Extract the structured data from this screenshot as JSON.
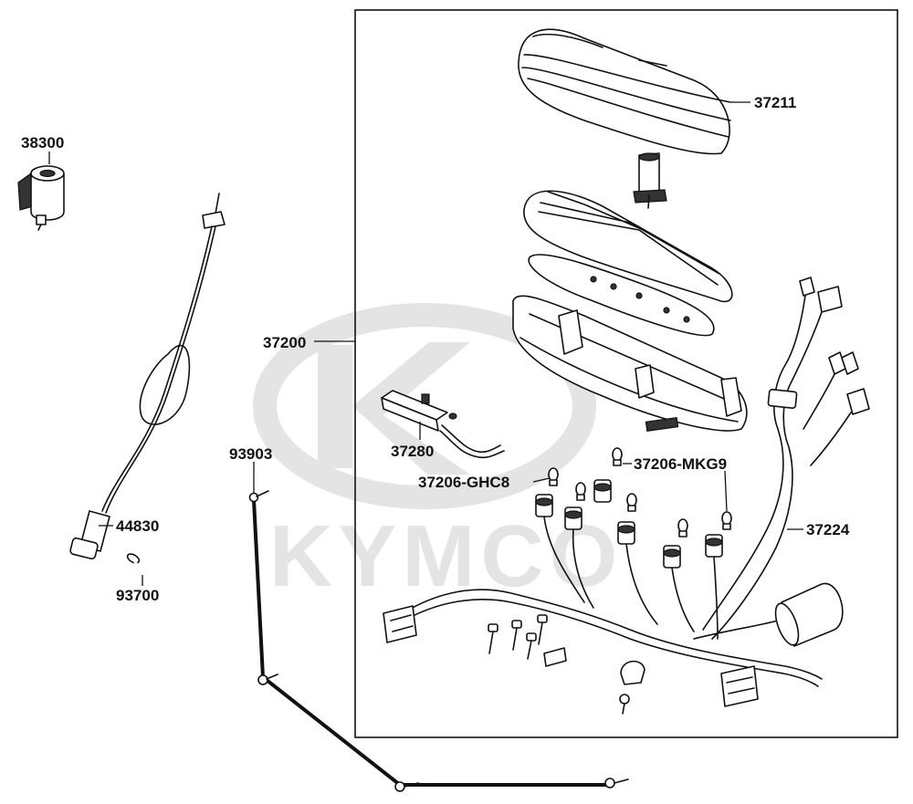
{
  "watermark": {
    "brand": "KYMCO",
    "color": "#e4e4e4"
  },
  "labels": {
    "p38300": "38300",
    "p44830": "44830",
    "p93700": "93700",
    "p37200": "37200",
    "p93903": "93903",
    "p37211": "37211",
    "p37280": "37280",
    "p37206_ghc8": "37206-GHC8",
    "p37206_mkg9": "37206-MKG9",
    "p37224": "37224"
  }
}
